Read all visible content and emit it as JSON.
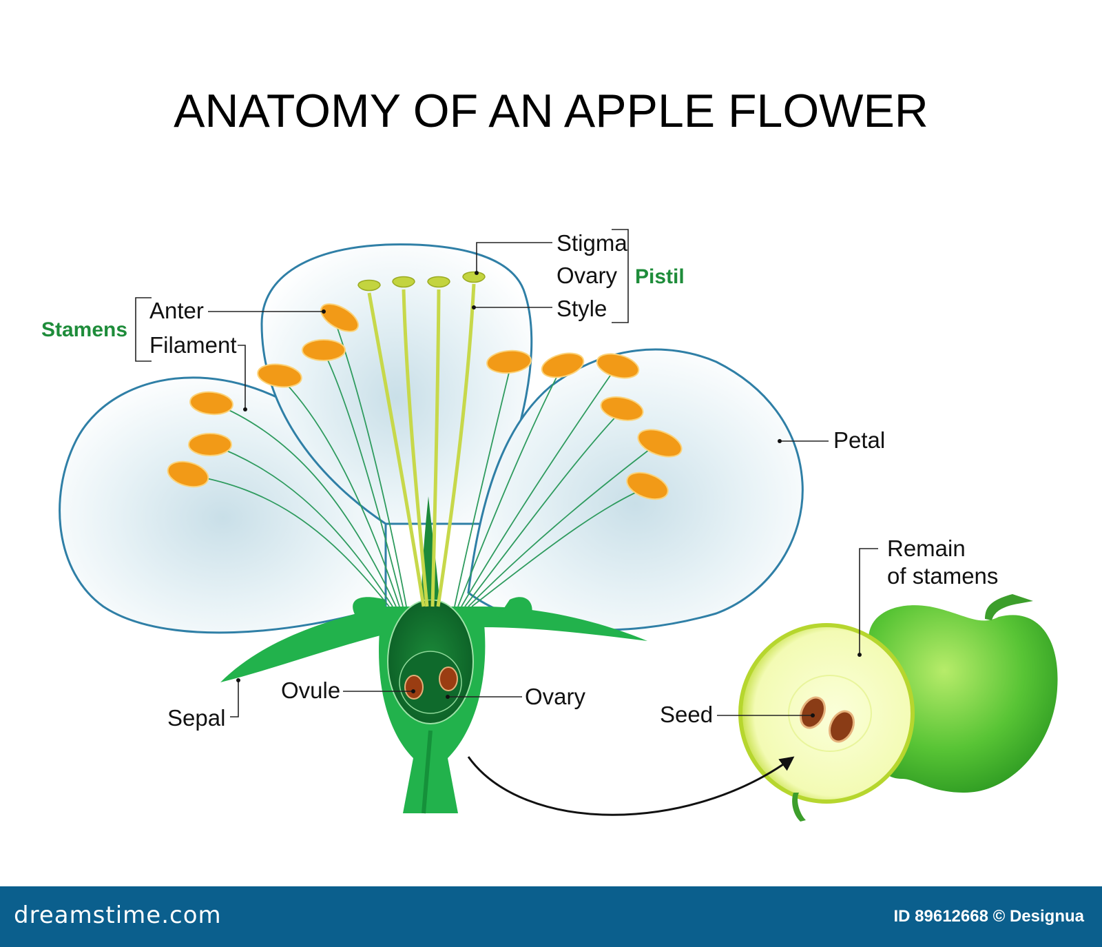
{
  "title": "ANATOMY OF AN APPLE FLOWER",
  "groups": {
    "stamens": "Stamens",
    "pistil": "Pistil"
  },
  "labels": {
    "anter": "Anter",
    "filament": "Filament",
    "stigma": "Stigma",
    "ovary_top": "Ovary",
    "style": "Style",
    "petal": "Petal",
    "sepal": "Sepal",
    "ovule": "Ovule",
    "ovary": "Ovary",
    "remain_line1": "Remain",
    "remain_line2": "of stamens",
    "seed": "Seed"
  },
  "footer": {
    "logo": "dreamstime.com",
    "image_id": "ID 89612668 © Designua"
  },
  "colors": {
    "group_label": "#1e8c3a",
    "footer_bg": "#0b5f8d",
    "anther": "#f29a17",
    "stem": "#22b24c",
    "petal_edge": "#2f7fa6"
  }
}
